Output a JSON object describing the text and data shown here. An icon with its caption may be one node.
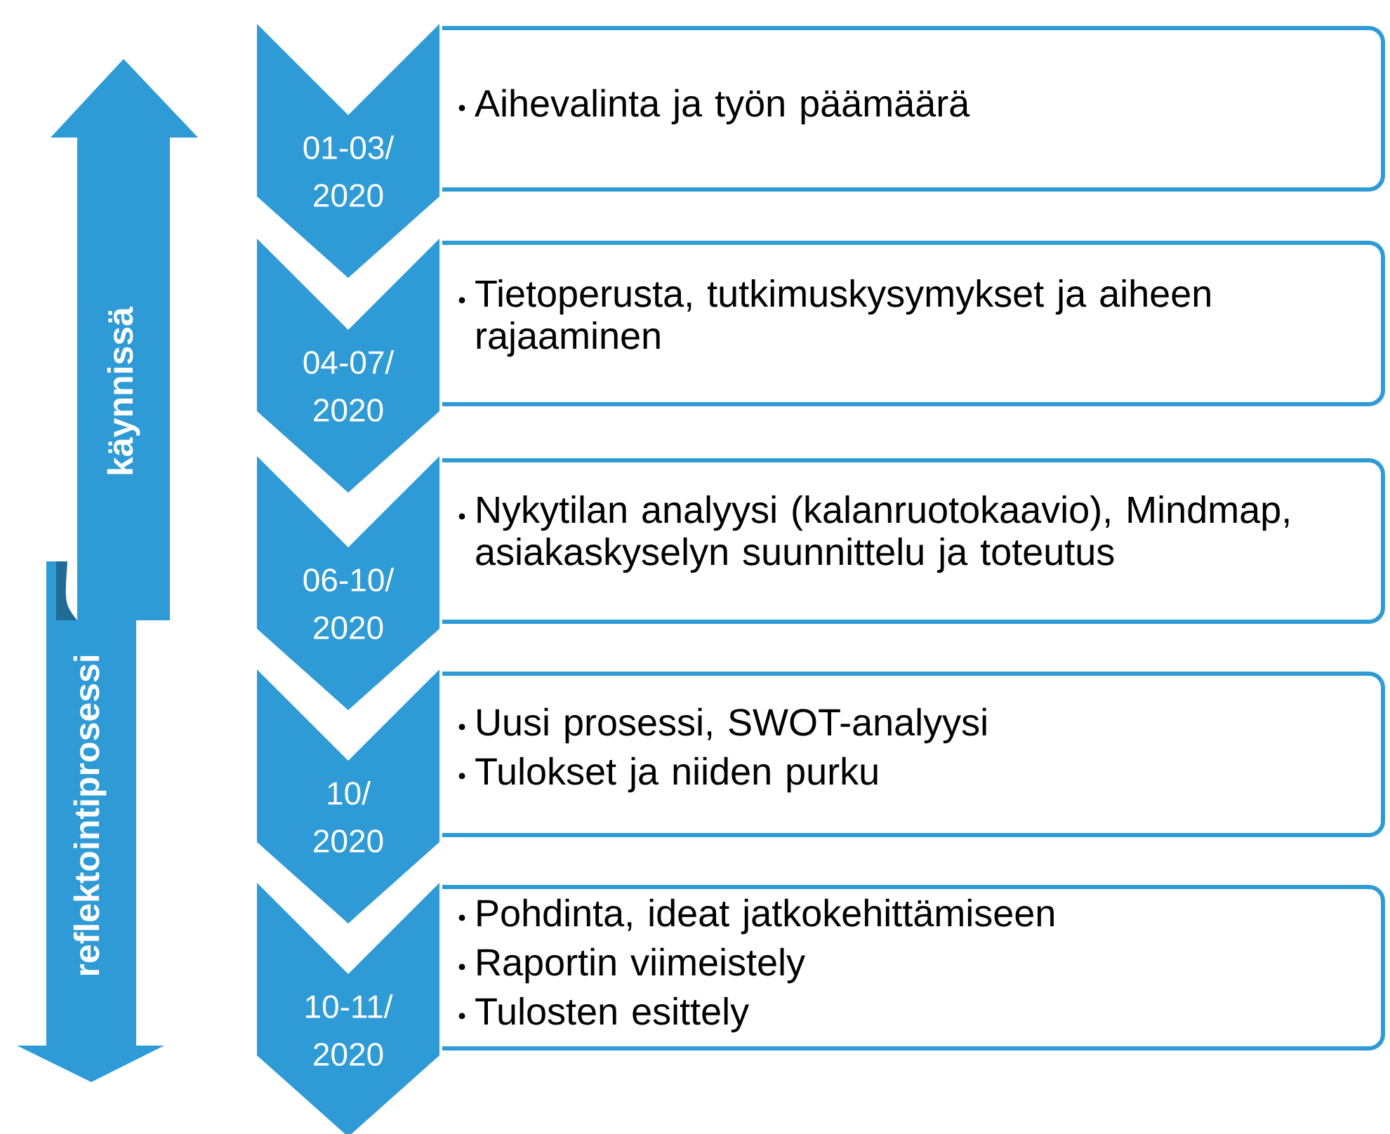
{
  "diagram": {
    "nodes": [
      {
        "text": [
          "käynnissä",
          "reflektointiprosessi"
        ]
      },
      {
        "text": [
          "01-03/ 2020"
        ]
      },
      {
        "text": [
          "Aihevalinta ja työn päämäärä"
        ]
      },
      {
        "text": [
          "04-07/ 2020"
        ]
      },
      {
        "text": [
          "Tietoperusta, tutkimuskysymykset ja aiheen rajaaminen"
        ]
      },
      {
        "text": [
          "06-10/ 2020"
        ]
      },
      {
        "text": [
          "Nykytilan analyysi (kalanruotokaavio), Mindmap, asiakaskyselyn suunnittelu ja toteutus"
        ]
      },
      {
        "text": [
          "10/ 2020"
        ]
      },
      {
        "text": [
          "Uusi prosessi, SWOT-analyysi",
          "Tulokset ja niiden purku"
        ]
      },
      {
        "text": [
          "10-11/ 2020"
        ]
      },
      {
        "text": [
          "Pohdinta, ideat jatkokehittämiseen",
          "Raportin viimeistely",
          "Tulosten esittely"
        ]
      }
    ],
    "edges": []
  }
}
